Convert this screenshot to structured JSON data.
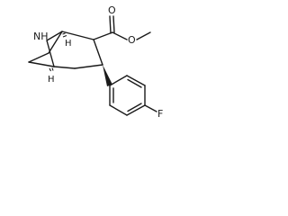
{
  "molecule": {
    "atom_labels": {
      "nh": "NH",
      "h_top": "H",
      "h_bottom": "H",
      "oxygen_carbonyl": "O",
      "oxygen_ester": "O",
      "fluorine": "F"
    }
  }
}
